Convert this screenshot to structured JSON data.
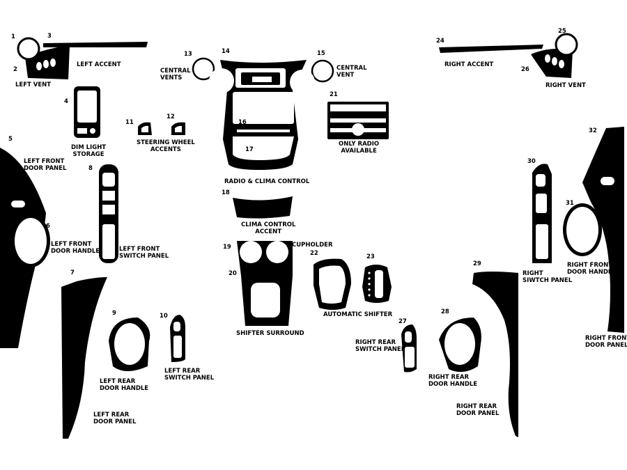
{
  "numbers": [
    "1",
    "2",
    "3",
    "4",
    "5",
    "6",
    "7",
    "8",
    "9",
    "10",
    "11",
    "12",
    "13",
    "14",
    "15",
    "16",
    "17",
    "18",
    "19",
    "20",
    "21",
    "22",
    "23",
    "24",
    "25",
    "26",
    "27",
    "28",
    "29",
    "30",
    "31",
    "32"
  ],
  "labels": {
    "left_accent": "LEFT ACCENT",
    "left_vent": "LEFT VENT",
    "central_vents": "CENTRAL\nVENTS",
    "central_vent": "CENTRAL\nVENT",
    "right_accent": "RIGHT ACCENT",
    "right_vent": "RIGHT VENT",
    "dim_light_storage": "DIM LIGHT\nSTORAGE",
    "steering_wheel_accents": "STEERING WHEEL\nACCENTS",
    "only_radio_available": "ONLY RADIO\nAVAILABLE",
    "left_front_door_panel": "LEFT FRONT\nDOOR PANEL",
    "radio_clima_control": "RADIO & CLIMA CONTROL",
    "clima_control_accent": "CLIMA CONTROL\nACCENT",
    "left_front_door_handle": "LEFT FRONT\nDOOR HANDLE",
    "left_front_switch_panel": "LEFT FRONT\nSWITCH PANEL",
    "cupholder": "CUPHOLDER",
    "right_swtich_panel": "RIGHT\nSIWTCH PANEL",
    "right_front_door_handle": "RIGHT FRONT\nDOOR HANDLE",
    "automatic_shifter": "AUTOMATIC SHIFTER",
    "shifter_surround": "SHIFTER SURROUND",
    "right_front_door_panel": "RIGHT FRONT\nDOOR PANEL",
    "right_rear_switch_panel": "RIGHT REAR\nSWITCH PANEL",
    "left_rear_switch_panel": "LEFT REAR\nSWITCH PANEL",
    "left_rear_door_handle": "LEFT REAR\nDOOR HANDLE",
    "right_rear_door_handle": "RIGHT REAR\nDOOR HANDLE",
    "left_rear_door_panel": "LEFT REAR\nDOOR PANEL",
    "right_rear_door_panel": "RIGHT REAR\nDOOR PANEL"
  },
  "colors": {
    "part": "#000000",
    "background": "#ffffff",
    "cutout": "#ffffff"
  }
}
